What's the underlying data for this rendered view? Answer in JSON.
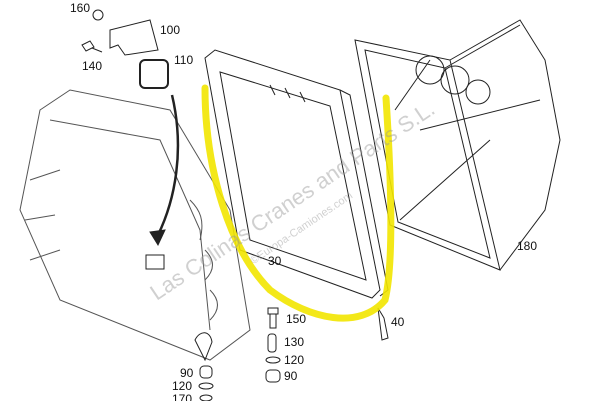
{
  "part_labels": {
    "p160": "160",
    "p100": "100",
    "p140": "140",
    "p110": "110",
    "p30": "30",
    "p180": "180",
    "p40": "40",
    "p150": "150",
    "p130": "130",
    "p120a": "120",
    "p90a": "90",
    "p90b": "90",
    "p120b": "120",
    "p170": "170"
  },
  "watermark": {
    "main": "Las Colinas Cranes and Parts S.L.",
    "sub": "©Europa-Camiones.com"
  },
  "colors": {
    "highlight": "#f2e600",
    "line": "#222222"
  }
}
